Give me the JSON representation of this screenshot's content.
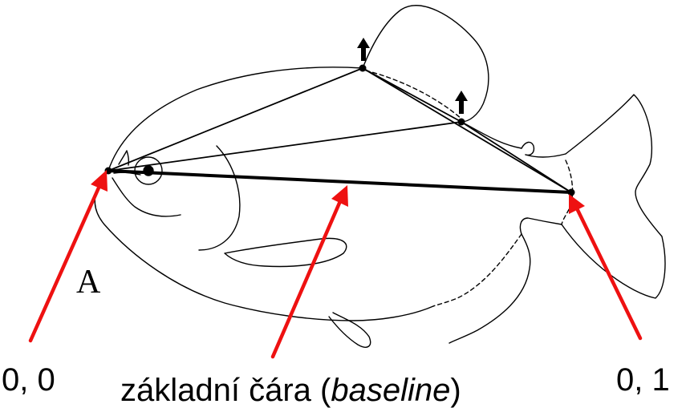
{
  "panel_label": "A",
  "labels": {
    "origin": "0, 0",
    "end": "0, 1",
    "baseline_prefix": "základní čára (",
    "baseline_italic": "baseline",
    "baseline_suffix": ")"
  },
  "colors": {
    "arrow": "#ee1111",
    "outline": "#000000",
    "text": "#000000"
  },
  "icons": [
    "up-arrow-icon",
    "up-arrow-icon"
  ]
}
